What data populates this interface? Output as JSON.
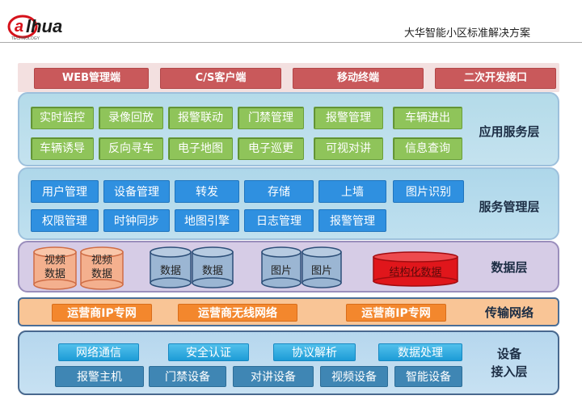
{
  "header": {
    "logo_text": "alhua",
    "logo_sub": "TECHNOLOGY",
    "title": "大华智能小区标准解决方案"
  },
  "top_row": [
    "WEB管理端",
    "C/S客户端",
    "移动终端",
    "二次开发接口"
  ],
  "app_layer": {
    "label": "应用服务层",
    "row1": [
      "实时监控",
      "录像回放",
      "报警联动",
      "门禁管理",
      "报警管理",
      "车辆进出"
    ],
    "row2": [
      "车辆诱导",
      "反向寻车",
      "电子地图",
      "电子巡更",
      "可视对讲",
      "信息查询"
    ]
  },
  "service_layer": {
    "label": "服务管理层",
    "row1": [
      "用户管理",
      "设备管理",
      "转发",
      "存储",
      "上墙",
      "图片识别"
    ],
    "row2": [
      "权限管理",
      "时钟同步",
      "地图引擎",
      "日志管理",
      "报警管理"
    ]
  },
  "data_layer": {
    "label": "数据层",
    "video": [
      "视频\n数据",
      "视频\n数据"
    ],
    "data": [
      "数据",
      "数据"
    ],
    "image": [
      "图片",
      "图片"
    ],
    "structured": "结构化数据"
  },
  "transport_layer": {
    "label": "传输网络",
    "items": [
      "运营商IP专网",
      "运营商无线网络",
      "运营商IP专网"
    ]
  },
  "device_layer": {
    "label_line1": "设备",
    "label_line2": "接入层",
    "row1": [
      "网络通信",
      "安全认证",
      "协议解析",
      "数据处理"
    ],
    "row2": [
      "报警主机",
      "门禁设备",
      "对讲设备",
      "视频设备",
      "智能设备"
    ]
  },
  "colors": {
    "top_btn": "#c9595b",
    "app_btn": "#8fc45a",
    "svc_btn": "#2f90e0",
    "transport_btn": "#f3872d",
    "structured": "#e0161b"
  }
}
